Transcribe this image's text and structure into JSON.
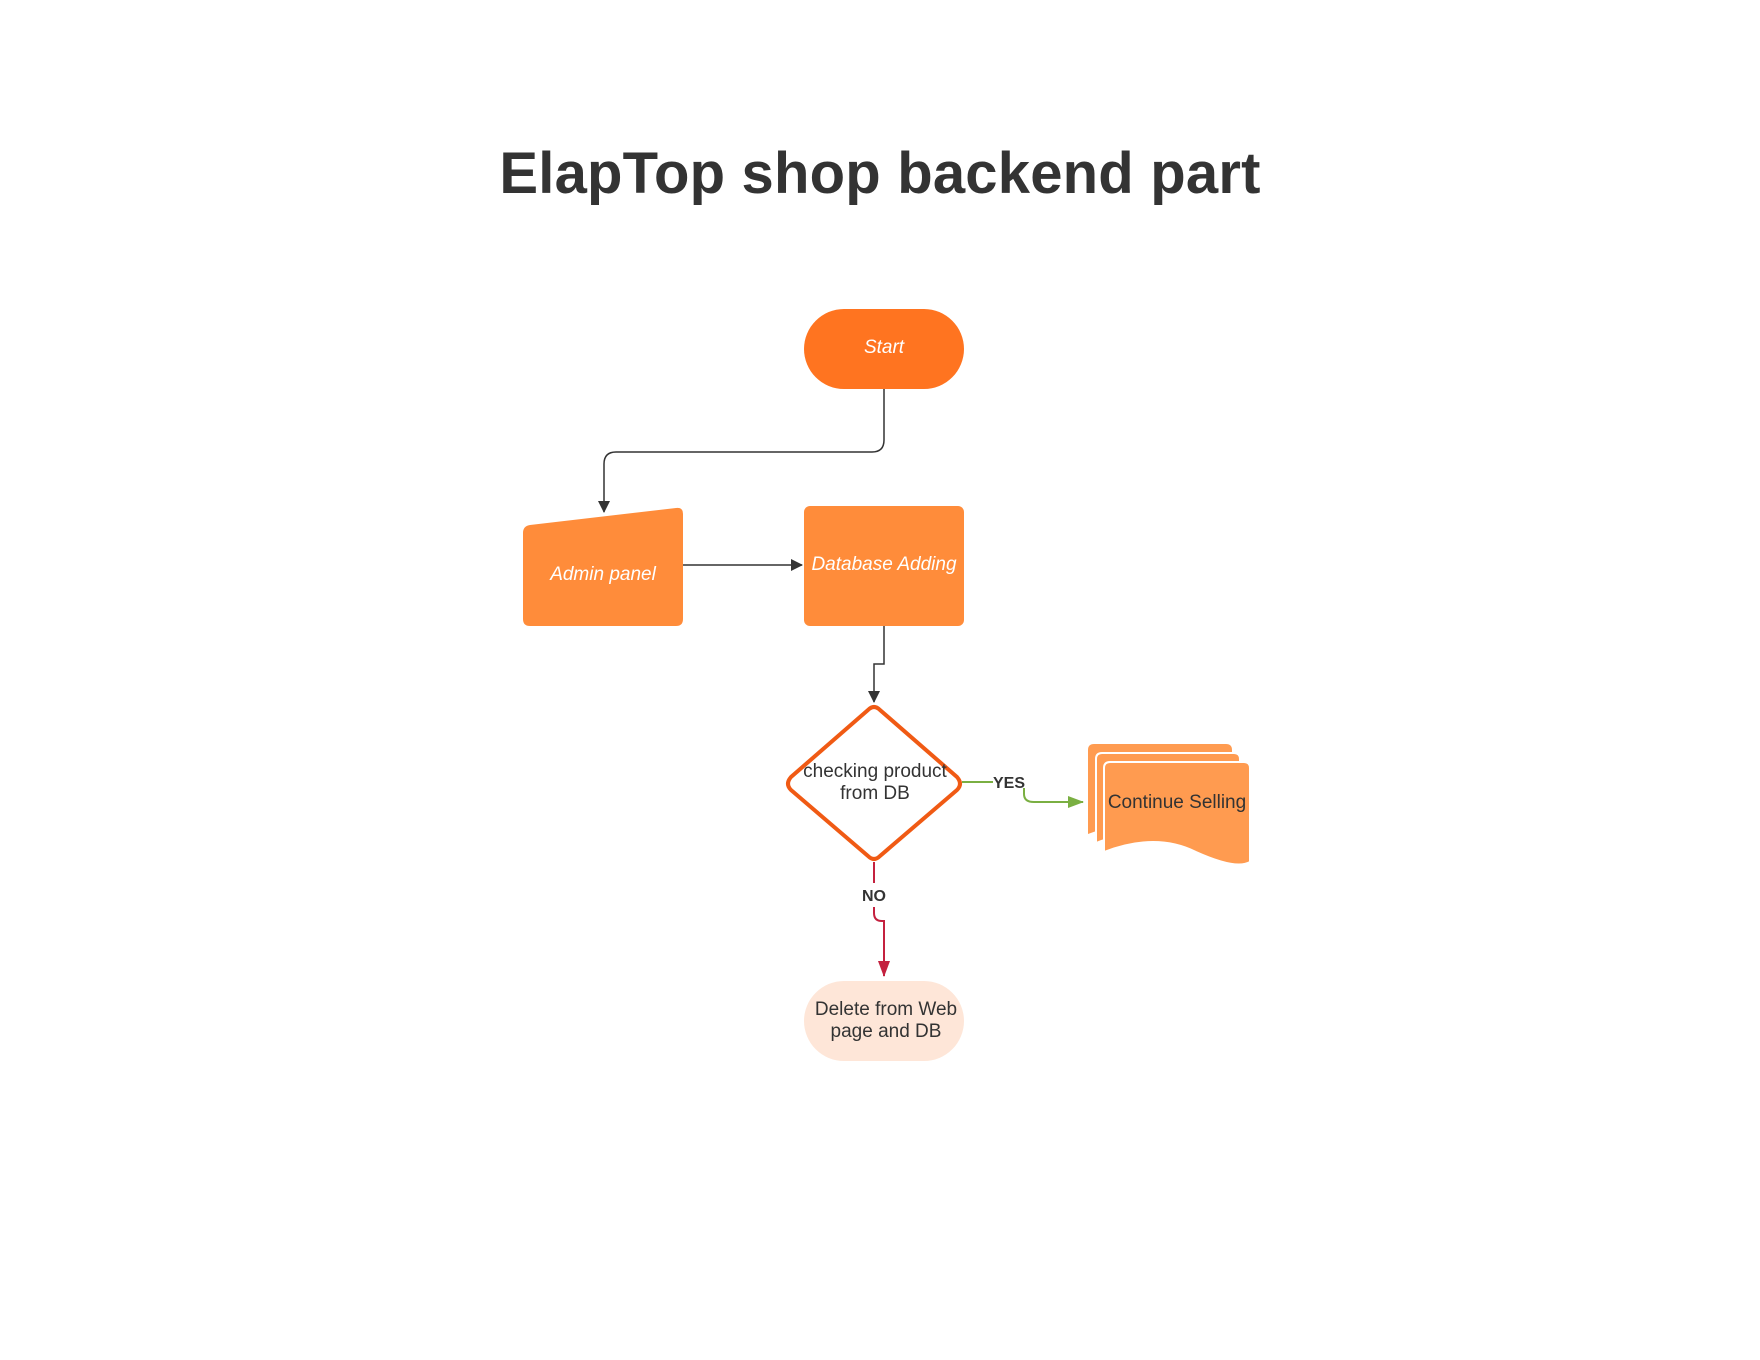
{
  "title": "ElapTop shop backend part",
  "nodes": {
    "start": "Start",
    "admin_panel": "Admin panel",
    "database_adding": "Database Adding",
    "checking_line1": "checking product",
    "checking_line2": "from DB",
    "continue_selling": "Continue Selling",
    "delete_line1": "Delete from Web",
    "delete_line2": "page and DB"
  },
  "edge_labels": {
    "yes": "YES",
    "no": "NO"
  },
  "colors": {
    "start_fill": "#FF7420",
    "process_fill": "#FF8C3A",
    "decision_stroke": "#F05A14",
    "document_fill": "#FF9B50",
    "terminal_light_fill": "#FEE6D8",
    "connector": "#333333",
    "yes_connector": "#7AAF42",
    "no_connector": "#C4213F",
    "title": "#333333"
  }
}
